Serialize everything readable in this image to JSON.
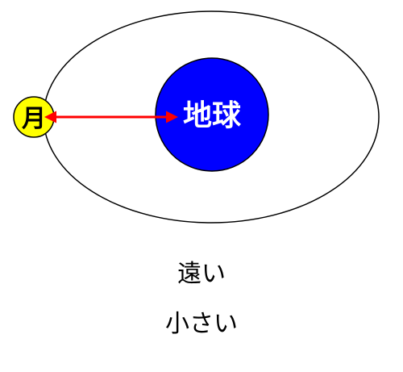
{
  "diagram": {
    "earth_label": "地球",
    "moon_label": "月",
    "colors": {
      "earth_fill": "#0000ff",
      "moon_fill": "#ffff00",
      "arrow": "#ff0000",
      "orbit_stroke": "#000000"
    }
  },
  "captions": {
    "line1": "遠い",
    "line2": "小さい"
  }
}
